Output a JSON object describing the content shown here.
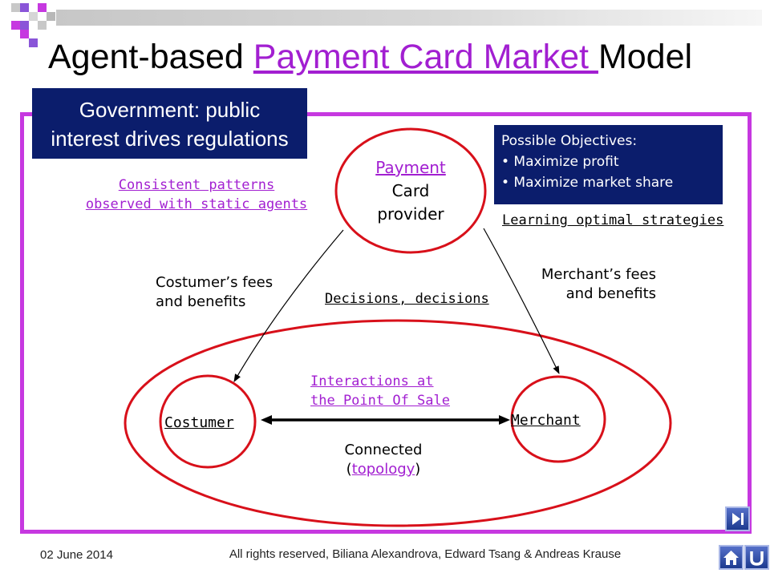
{
  "slide": {
    "title_pre": "Agent-based ",
    "title_link": "Payment Card Market ",
    "title_post": "Model",
    "government_box": {
      "line1": "Government: public",
      "line2": "interest drives regulations"
    },
    "objectives_box": {
      "heading": "Possible Objectives:",
      "items": [
        "• Maximize profit",
        "• Maximize market share"
      ]
    },
    "links": {
      "consistent_1": "Consistent patterns",
      "consistent_2": "observed with static agents",
      "learning": "Learning optimal strategies",
      "decisions": "Decisions, decisions",
      "interactions_1": "Interactions at",
      "interactions_2": "the Point Of Sale"
    },
    "provider": {
      "link": "Payment",
      "line2": "Card",
      "line3": "provider"
    },
    "costumer_fees": {
      "line1": "Costumer’s fees",
      "line2": "and benefits"
    },
    "merchant_fees": {
      "line1": "Merchant’s fees",
      "line2": "and benefits"
    },
    "costumer_label": "Costumer",
    "merchant_label": "Merchant",
    "connected": {
      "line1": "Connected",
      "open": "(",
      "link": "topology",
      "close": ")"
    }
  },
  "footer": {
    "date": "02 June 2014",
    "copyright": "All rights reserved, Biliana Alexandrova, Edward Tsang & Andreas Krause"
  },
  "colors": {
    "link": "#a21fd1",
    "frame": "#c638e0",
    "box": "#0b1d6c",
    "ellipse": "#d8101a"
  },
  "icons": [
    "end-slide-icon",
    "home-icon",
    "return-icon"
  ]
}
